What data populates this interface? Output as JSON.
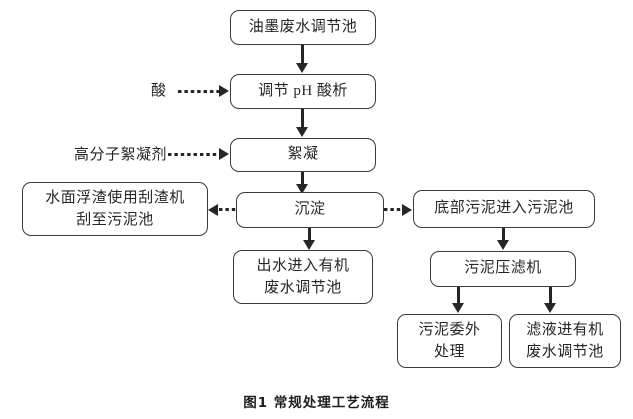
{
  "figure": {
    "caption": "图1  常规处理工艺流程",
    "caption_label": "图1",
    "caption_title": "常规处理工艺流程"
  },
  "colors": {
    "background": "#ffffff",
    "box_border": "#3a3a3a",
    "text": "#262626",
    "connector": "#262626"
  },
  "nodes": {
    "ink_wastewater_tank": "油墨废水调节池",
    "ph_adjust": "调节 pH 酸析",
    "flocculation": "絮凝",
    "sedimentation": "沉淀",
    "surface_scum": "水面浮渣使用刮渣机\n刮至污泥池",
    "bottom_sludge": "底部污泥进入污泥池",
    "effluent_to_organic": "出水进入有机\n废水调节池",
    "sludge_filter_press": "污泥压滤机",
    "sludge_outsourced": "污泥委外\n处理",
    "filtrate_to_organic": "滤液进有机\n废水调节池"
  },
  "reagents": {
    "acid": "酸",
    "polymer_flocculant": "高分子絮凝剂"
  },
  "edges": [
    {
      "from": "ink_wastewater_tank",
      "to": "ph_adjust",
      "style": "solid",
      "direction": "down"
    },
    {
      "from": "acid",
      "to": "ph_adjust",
      "style": "dotted",
      "direction": "right"
    },
    {
      "from": "ph_adjust",
      "to": "flocculation",
      "style": "solid",
      "direction": "down"
    },
    {
      "from": "polymer_flocculant",
      "to": "flocculation",
      "style": "dotted",
      "direction": "right"
    },
    {
      "from": "flocculation",
      "to": "sedimentation",
      "style": "solid",
      "direction": "down"
    },
    {
      "from": "sedimentation",
      "to": "surface_scum",
      "style": "dotted",
      "direction": "left"
    },
    {
      "from": "sedimentation",
      "to": "bottom_sludge",
      "style": "dotted",
      "direction": "right"
    },
    {
      "from": "sedimentation",
      "to": "effluent_to_organic",
      "style": "solid",
      "direction": "down"
    },
    {
      "from": "bottom_sludge",
      "to": "sludge_filter_press",
      "style": "solid",
      "direction": "down"
    },
    {
      "from": "sludge_filter_press",
      "to": "sludge_outsourced",
      "style": "solid",
      "direction": "down"
    },
    {
      "from": "sludge_filter_press",
      "to": "filtrate_to_organic",
      "style": "solid",
      "direction": "down"
    }
  ]
}
